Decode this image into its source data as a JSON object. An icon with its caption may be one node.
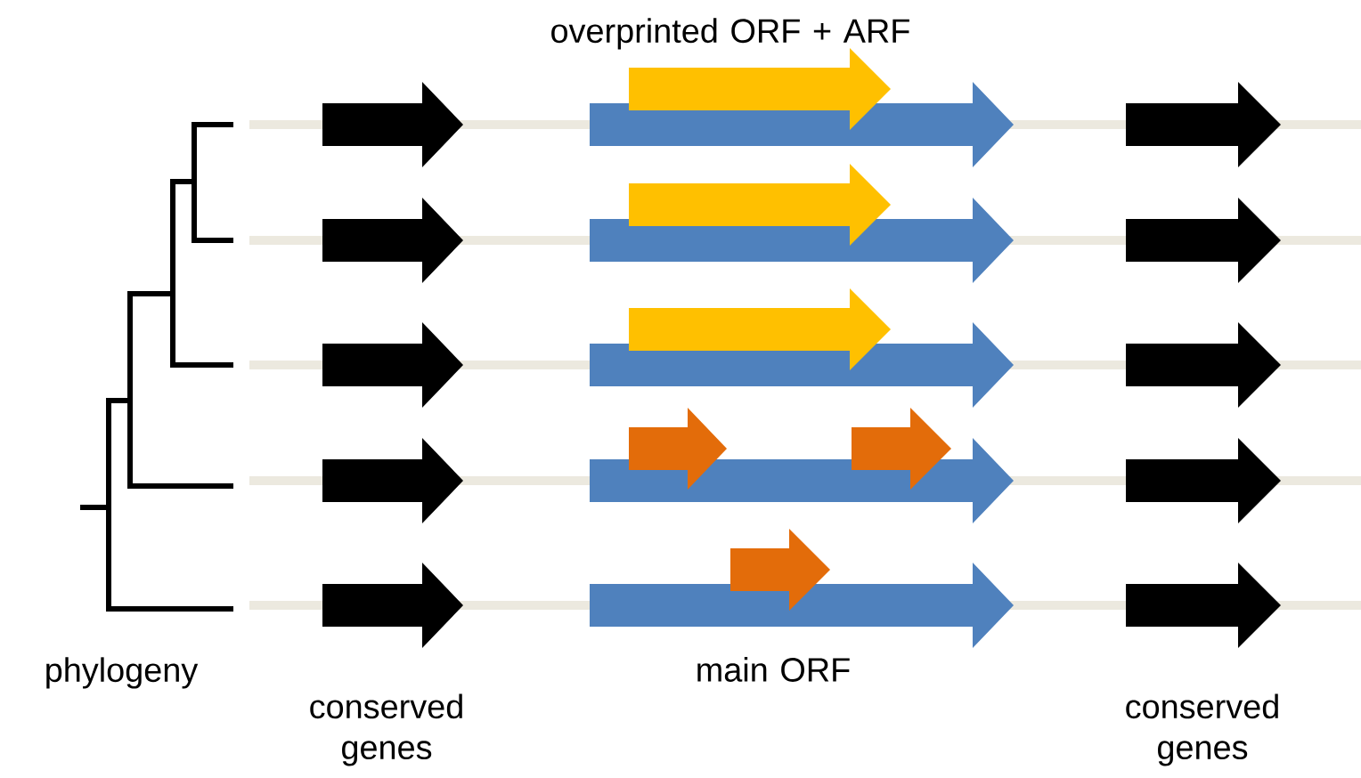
{
  "diagram": {
    "labels": [
      "overprinted ORF + ARF",
      "phylogeny",
      "conserved genes",
      "main ORF",
      "conserved genes"
    ]
  }
}
